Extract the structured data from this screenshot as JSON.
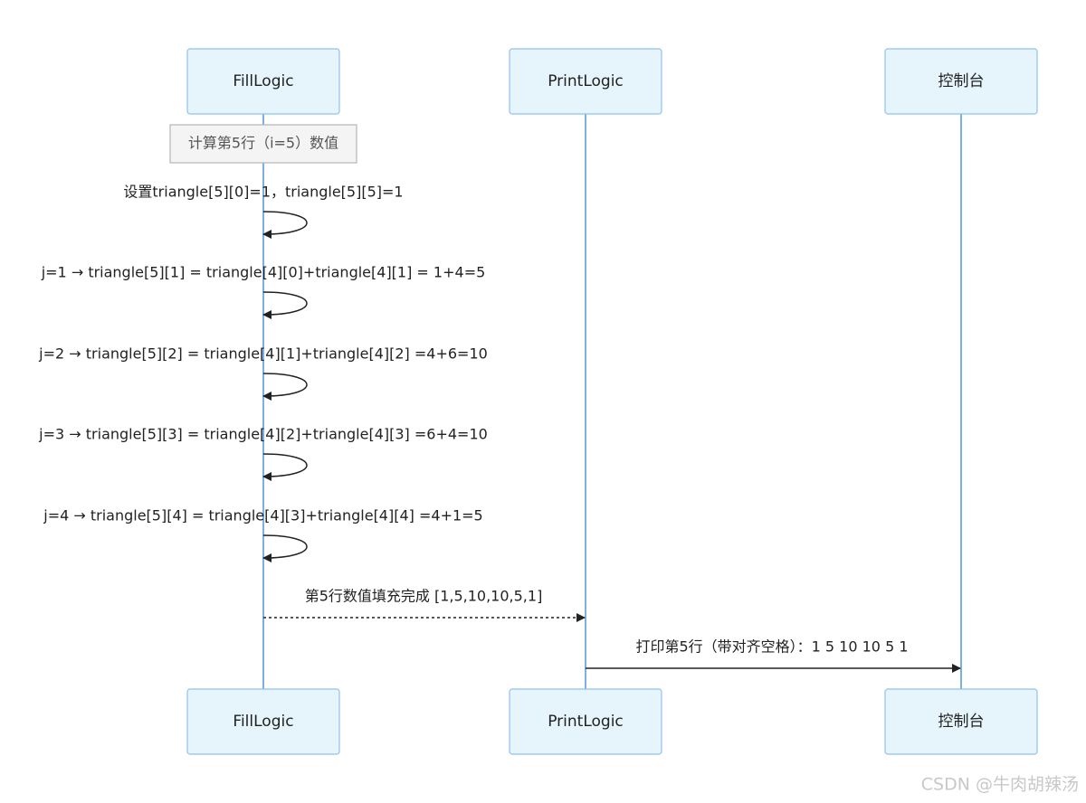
{
  "participants": {
    "fill": "FillLogic",
    "print": "PrintLogic",
    "console": "控制台"
  },
  "note": "计算第5行（i=5）数值",
  "messages": {
    "m1": "设置triangle[5][0]=1，triangle[5][5]=1",
    "m2": "j=1 → triangle[5][1] = triangle[4][0]+triangle[4][1] = 1+4=5",
    "m3": "j=2 → triangle[5][2] = triangle[4][1]+triangle[4][2] =4+6=10",
    "m4": "j=3 → triangle[5][3] = triangle[4][2]+triangle[4][3] =6+4=10",
    "m5": "j=4 → triangle[5][4] = triangle[4][3]+triangle[4][4] =4+1=5",
    "m6": "第5行数值填充完成 [1,5,10,10,5,1]",
    "m7": "打印第5行（带对齐空格）：1 5 10 10 5 1"
  },
  "watermark": "CSDN @牛肉胡辣汤"
}
